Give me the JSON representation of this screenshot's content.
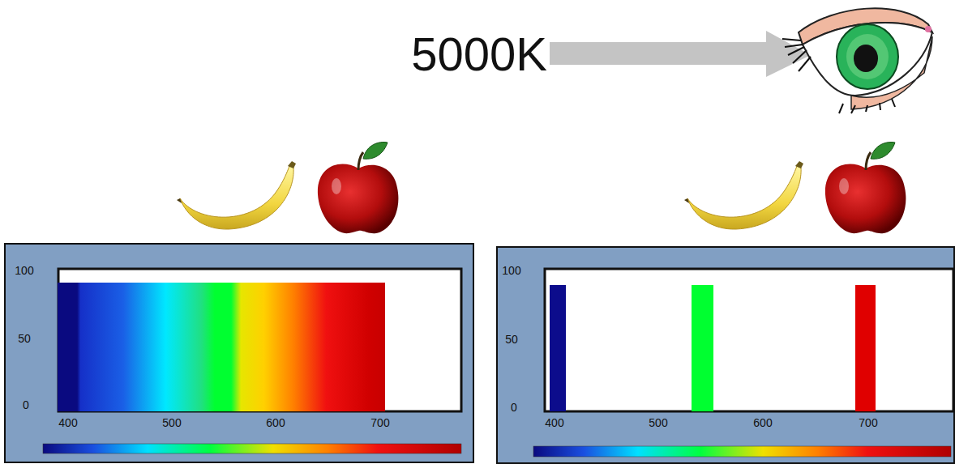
{
  "diagram": {
    "nodes": [
      {
        "text": [
          "100",
          "50",
          "0",
          "400",
          "500",
          "600",
          "700"
        ]
      },
      {
        "text": [
          "100",
          "50",
          "0",
          "400",
          "500",
          "600",
          "700"
        ]
      }
    ],
    "labels": [
      "5000K"
    ]
  }
}
